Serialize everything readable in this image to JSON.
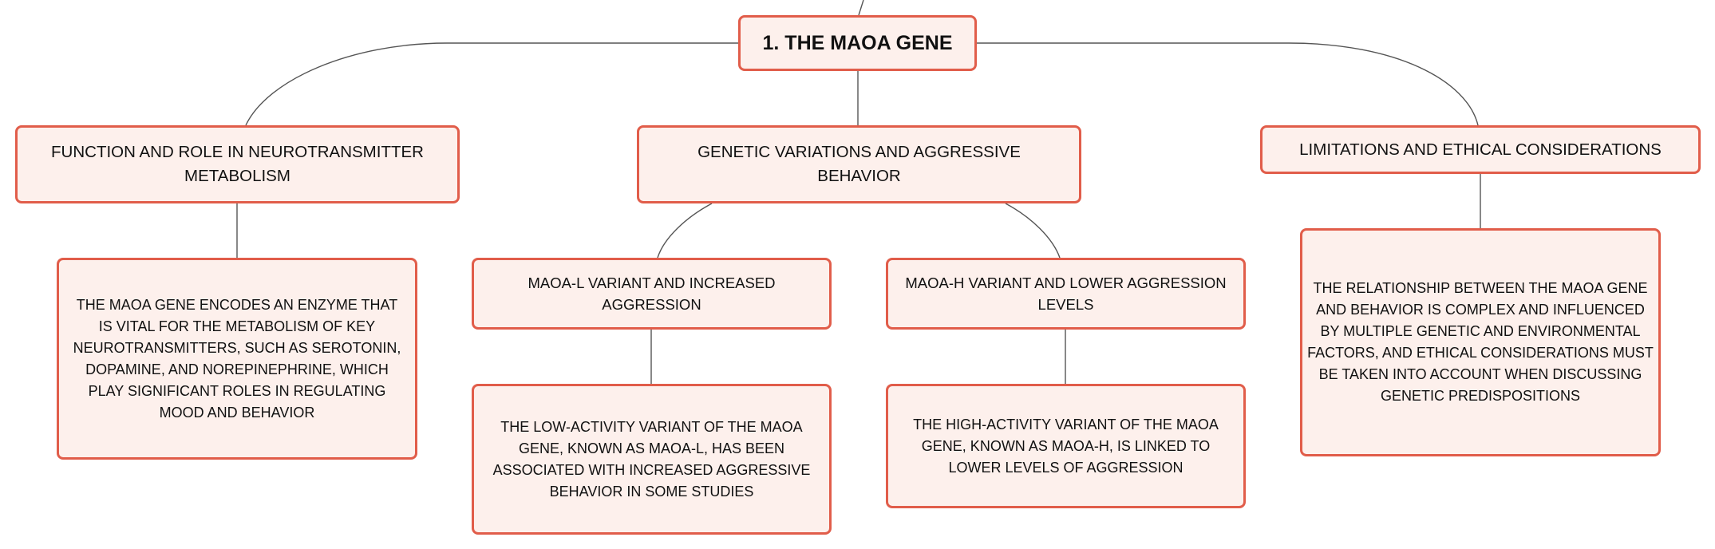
{
  "mind_map": {
    "root": {
      "label": "1. THE MAOA GENE"
    },
    "branches": [
      {
        "label": "FUNCTION AND ROLE IN NEUROTRANSMITTER METABOLISM",
        "detail": "THE MAOA GENE ENCODES AN ENZYME THAT IS VITAL FOR THE METABOLISM OF KEY NEUROTRANSMITTERS, SUCH AS SEROTONIN, DOPAMINE, AND NOREPINEPHRINE, WHICH PLAY SIGNIFICANT ROLES IN REGULATING MOOD AND BEHAVIOR"
      },
      {
        "label": "GENETIC VARIATIONS AND AGGRESSIVE BEHAVIOR",
        "children": [
          {
            "label": "MAOA-L VARIANT AND INCREASED AGGRESSION",
            "detail": "THE LOW-ACTIVITY VARIANT OF THE MAOA GENE, KNOWN AS MAOA-L, HAS BEEN ASSOCIATED WITH INCREASED AGGRESSIVE BEHAVIOR IN SOME STUDIES"
          },
          {
            "label": "MAOA-H VARIANT AND LOWER AGGRESSION LEVELS",
            "detail": "THE HIGH-ACTIVITY VARIANT OF THE MAOA GENE, KNOWN AS MAOA-H, IS LINKED TO LOWER LEVELS OF AGGRESSION"
          }
        ]
      },
      {
        "label": "LIMITATIONS AND ETHICAL CONSIDERATIONS",
        "detail": "THE RELATIONSHIP BETWEEN THE MAOA GENE AND BEHAVIOR IS COMPLEX AND INFLUENCED BY MULTIPLE GENETIC AND ENVIRONMENTAL FACTORS, AND ETHICAL CONSIDERATIONS MUST BE TAKEN INTO ACCOUNT WHEN DISCUSSING GENETIC PREDISPOSITIONS"
      }
    ]
  },
  "colors": {
    "node_fill": "#fdf0ec",
    "node_border": "#e15d4a",
    "connector": "#555555",
    "text": "#111111"
  }
}
